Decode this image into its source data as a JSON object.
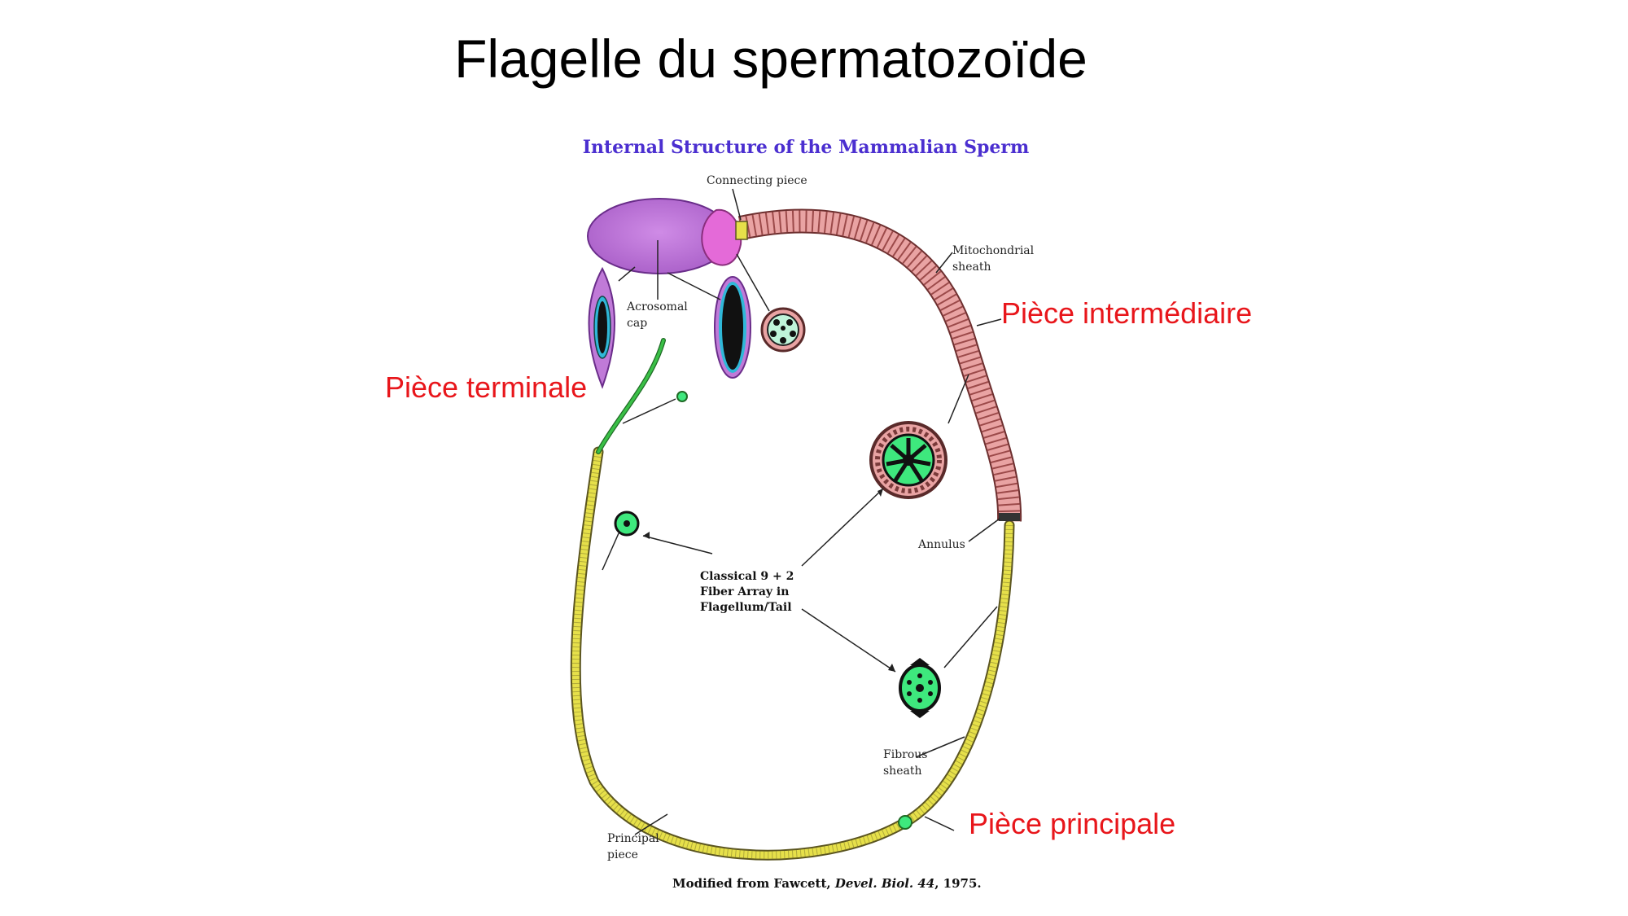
{
  "slide_title": "Flagelle du spermatozoïde",
  "diagram_title": "Internal Structure of the Mammalian Sperm",
  "labels": {
    "connecting_piece": "Connecting piece",
    "mitochondrial_sheath_1": "Mitochondrial",
    "mitochondrial_sheath_2": "sheath",
    "acrosomal_cap_1": "Acrosomal",
    "acrosomal_cap_2": "cap",
    "annulus": "Annulus",
    "fiber_array_1": "Classical 9 + 2",
    "fiber_array_2": "Fiber Array in",
    "fiber_array_3": "Flagellum/Tail",
    "fibrous_sheath_1": "Fibrous",
    "fibrous_sheath_2": "sheath",
    "principal_piece_1": "Principal",
    "principal_piece_2": "piece"
  },
  "annotations": {
    "piece_terminale": "Pièce terminale",
    "piece_intermediaire": "Pièce intermédiaire",
    "piece_principale": "Pièce principale"
  },
  "citation": {
    "prefix": "Modified from Fawcett, ",
    "journal": "Devel. Biol. 44",
    "suffix": ", 1975."
  },
  "colors": {
    "title_blue": "#4b2fd0",
    "annotation_red": "#e8161b",
    "head_purple": "#c07ad8",
    "connecting_pink": "#e46ad8",
    "mito_pink": "#e9a3a3",
    "tail_yellow": "#e6e04a",
    "end_green": "#2fb83a",
    "fiber_green": "#3ee87d"
  }
}
